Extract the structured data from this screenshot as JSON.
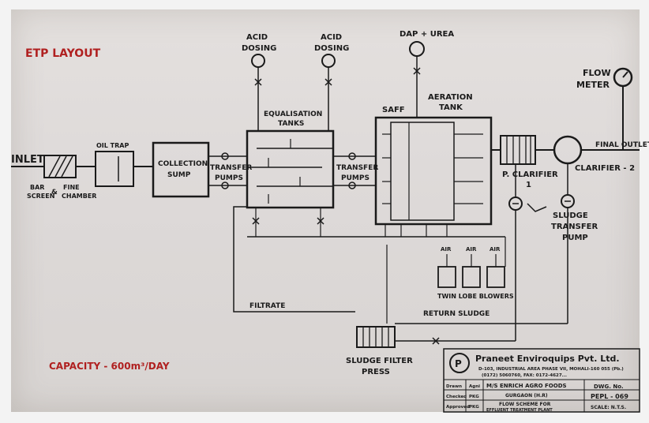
{
  "title": "ETP LAYOUT",
  "capacity": "CAPACITY - 600m³/DAY",
  "labels": {
    "inlet": "INLET",
    "bar_screen": "BAR",
    "bar_screen2": "SCREEN",
    "amp": "&",
    "fine": "FINE",
    "chamber": "CHAMBER",
    "oil_trap": "OIL TRAP",
    "collection": "COLLECTION",
    "sump": "SUMP",
    "transfer1a": "TRANSFER",
    "transfer1b": "PUMPS",
    "acid1a": "ACID",
    "acid1b": "DOSING",
    "acid2a": "ACID",
    "acid2b": "DOSING",
    "eq1": "EQUALISATION",
    "eq2": "TANKS",
    "transfer2a": "TRANSFER",
    "transfer2b": "PUMPS",
    "dap": "DAP + UREA",
    "saff": "SAFF",
    "aer1": "AERATION",
    "aer2": "TANK",
    "flow1": "FLOW",
    "flow2": "METER",
    "final": "FINAL OUTLET",
    "pclar1": "P. CLARIFIER",
    "pclar2": "1",
    "clar2": "CLARIFIER - 2",
    "sludge1": "SLUDGE",
    "sludge2": "TRANSFER",
    "sludge3": "PUMP",
    "air1": "AIR",
    "air2": "AIR",
    "air3": "AIR",
    "blowers": "TWIN LOBE BLOWERS",
    "return": "RETURN SLUDGE",
    "filtrate": "FILTRATE",
    "press1": "SLUDGE FILTER",
    "press2": "PRESS"
  },
  "titleblock": {
    "company": "Praneet Enviroquips Pvt. Ltd.",
    "address1": "D-103, INDUSTRIAL AREA PHASE VII, MOHALI-160 055 (Pb.)",
    "address2": "(0172) 5060760, FAX: 0172-4627...",
    "row1a": "Drawn",
    "row1b": "Agni",
    "row2a": "Checked",
    "row2b": "PKG",
    "row3a": "Approved",
    "row3b": "PKG",
    "client": "M/S ENRICH AGRO FOODS",
    "client2": "GURGAON (H.R)",
    "dwg": "DWG. No.",
    "dwgno": "PEPL - 069",
    "desc1": "FLOW SCHEME FOR",
    "desc2": "EFFLUENT TREATMENT PLANT",
    "scale": "SCALE: N.T.S."
  }
}
